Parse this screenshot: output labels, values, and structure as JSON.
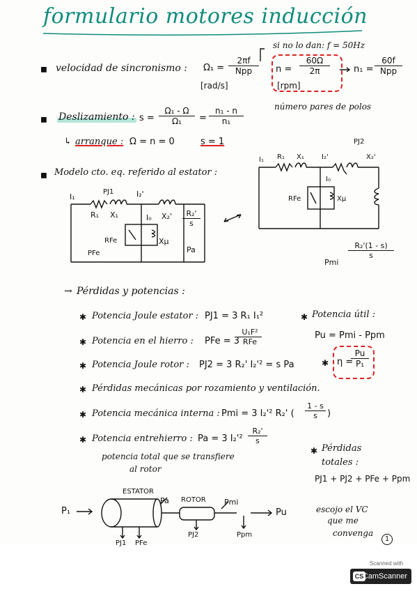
{
  "title": "formulario motores inducción",
  "sync": {
    "label": "velocidad de sincronismo :",
    "omega": "Ω₁ =",
    "frac1_num": "2πf",
    "frac1_den": "Npp",
    "unit1": "[rad/s]",
    "note_top": "si no lo dan: f = 50Hz",
    "n_eq": "n =",
    "frac2_num": "60Ω",
    "frac2_den": "2π",
    "unit2": "[rpm]",
    "n1": "n₁ =",
    "frac3_num": "60f",
    "frac3_den": "Npp",
    "note_bottom": "número pares de polos"
  },
  "slip": {
    "label": "Deslizamiento :",
    "s_eq": "s =",
    "fa_num": "Ω₁ - Ω",
    "fa_den": "Ω₁",
    "eq": "=",
    "fb_num": "n₁ - n",
    "fb_den": "n₁",
    "arranque": "arranque :",
    "arranque_eq": "Ω = n = 0",
    "arranque_res": "s = 1"
  },
  "model": {
    "label": "Modelo cto. eq. referido al estator :",
    "I1": "I₁",
    "PJ1": "PJ1",
    "I2": "I₂'",
    "R1": "R₁",
    "X1": "X₁",
    "I0": "I₀",
    "X2": "X₂'",
    "R2s_num": "R₂'",
    "R2s_den": "s",
    "RFe": "RFe",
    "Xmu": "Xμ",
    "PFe": "PFe",
    "Pa": "Pa",
    "r_PJ2": "PJ2",
    "r_R2load_num": "R₂'(1 - s)",
    "r_R2load_den": "s",
    "r_Pmi": "Pmi"
  },
  "losses": {
    "heading": "Pérdidas y potencias :",
    "items": [
      {
        "label": "Potencia Joule estator :",
        "formula": "PJ1 = 3 R₁ I₁²"
      },
      {
        "label": "Potencia en el hierro :",
        "formula": "PFe = 3",
        "frac_num": "U₁F²",
        "frac_den": "RFe"
      },
      {
        "label": "Potencia Joule rotor :",
        "formula": "PJ2 = 3 R₂' I₂'² = s Pa"
      },
      {
        "label": "Pérdidas mecánicas por rozamiento y ventilación.",
        "formula": ""
      },
      {
        "label": "Potencia mecánica interna :",
        "formula": "Pmi = 3 I₂'² R₂' (",
        "frac_num": "1 - s",
        "frac_den": "s",
        "tail": ")"
      },
      {
        "label": "Potencia entrehierro :",
        "formula": "Pa = 3 I₂'²",
        "frac_num": "R₂'",
        "frac_den": "s"
      }
    ],
    "total_note_1": "potencia total que se transfiere",
    "total_note_2": "al rotor",
    "util_label": "Potencia útil :",
    "util_formula": "Pu = Pmi - Ppm",
    "eta": "η =",
    "eta_num": "Pu",
    "eta_den": "P₁",
    "totales_1": "Pérdidas",
    "totales_2": "totales :",
    "totales_formula": "PJ1 + PJ2 + PFe + Ppm"
  },
  "flow": {
    "estator": "ESTATOR",
    "rotor": "ROTOR",
    "P1": "P₁",
    "Pa": "Pa",
    "Pmi": "Pmi",
    "Pu": "Pu",
    "PJ1": "PJ1",
    "PFe": "PFe",
    "PJ2": "PJ2",
    "Ppm": "Ppm",
    "note1": "escojo el VC",
    "note2": "que me",
    "note3": "convenga",
    "page": "1"
  },
  "scanner": {
    "scanned": "Scanned with",
    "brand": "CamScanner",
    "cs": "CS"
  }
}
